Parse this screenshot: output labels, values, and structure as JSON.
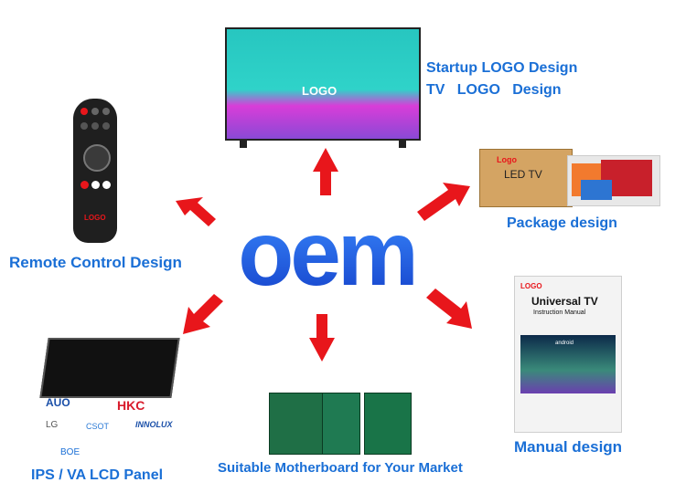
{
  "center_text": "oem",
  "labels": {
    "startup_logo": "Startup LOGO Design",
    "tv_logo": "TV   LOGO   Design",
    "package": "Package design",
    "remote": "Remote Control Design",
    "manual": "Manual design",
    "panel": "IPS / VA LCD Panel",
    "motherboard": "Suitable Motherboard for Your Market"
  },
  "tv": {
    "screen_text": "LOGO"
  },
  "package_box": {
    "logo": "Logo",
    "brand": "LED TV"
  },
  "manual_cover": {
    "logo": "LOGO",
    "title": "Universal TV",
    "subtitle": "Instruction Manual",
    "badge": "android"
  },
  "remote_logo": "LOGO",
  "panel_brands": [
    "AUO",
    "HKC",
    "LG",
    "CSOT",
    "INNOLUX",
    "BOE"
  ],
  "colors": {
    "accent_blue": "#1a6fd6",
    "arrow_red": "#e8161b",
    "oem_blue": "#1a5fe0"
  }
}
